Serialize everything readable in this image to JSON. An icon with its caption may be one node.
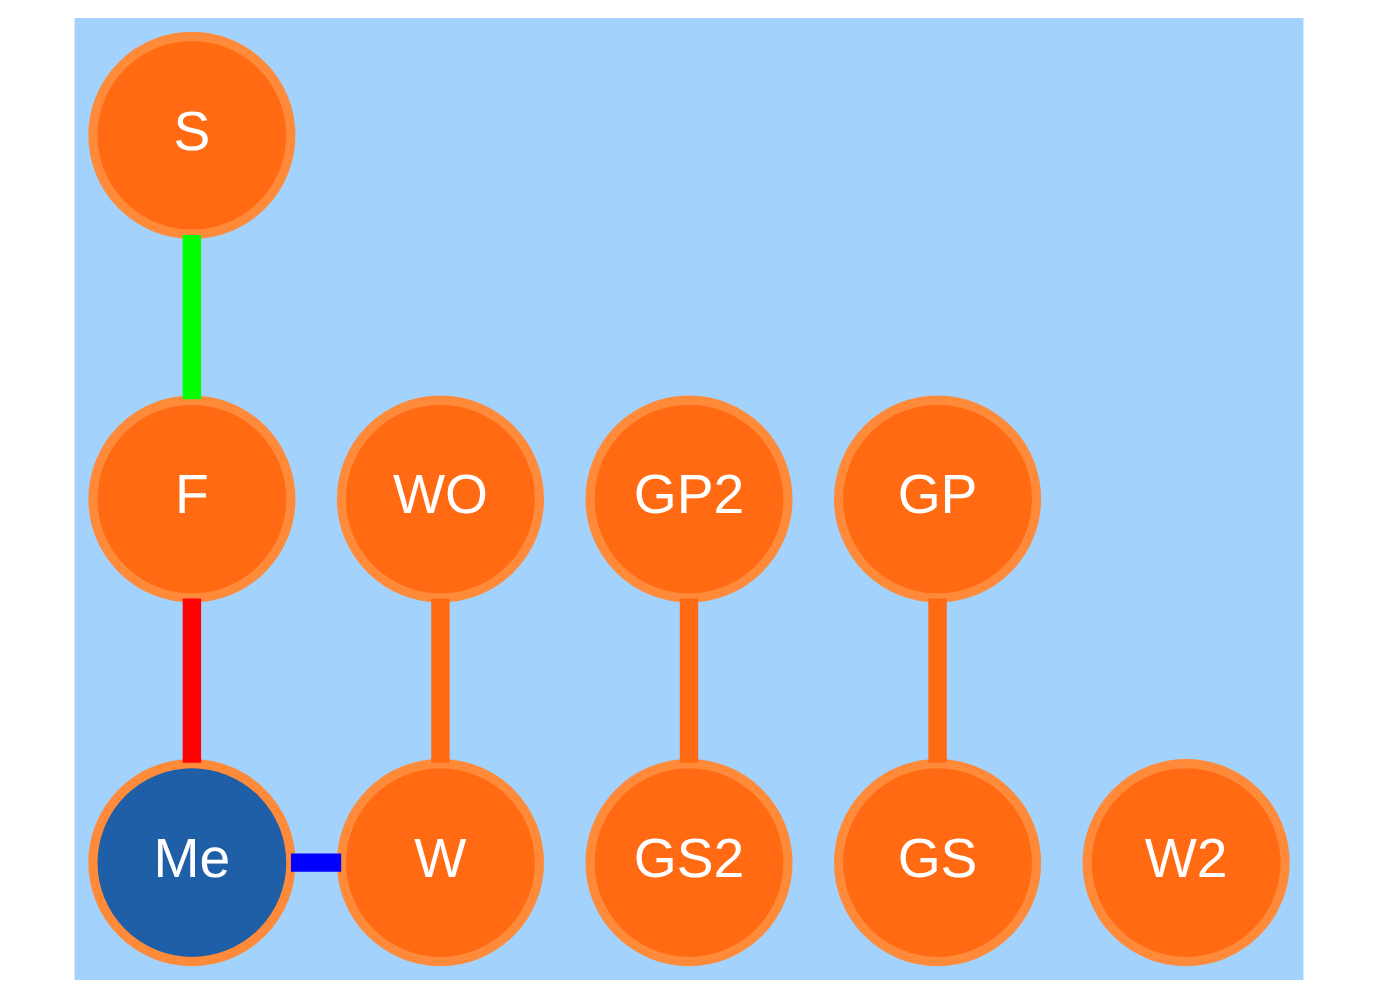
{
  "diagram": {
    "nodes": [
      {
        "text": [
          "S"
        ]
      },
      {
        "text": [
          "GP2"
        ]
      },
      {
        "text": [
          "F"
        ]
      },
      {
        "text": [
          "GP"
        ]
      },
      {
        "text": [
          "WO"
        ]
      },
      {
        "text": [
          "GS2"
        ]
      },
      {
        "text": [
          "Me"
        ]
      },
      {
        "text": [
          "GS"
        ]
      },
      {
        "text": [
          "W2"
        ]
      },
      {
        "text": [
          "W"
        ]
      }
    ],
    "edges": [
      {
        "from": 0,
        "to": 2,
        "arrow": "none",
        "color": "#00ff00"
      },
      {
        "from": 2,
        "to": 6,
        "arrow": "none",
        "color": "#ff0000"
      },
      {
        "from": 1,
        "to": 5,
        "arrow": "none"
      },
      {
        "from": 3,
        "to": 7,
        "arrow": "none"
      },
      {
        "from": 4,
        "to": 9,
        "arrow": "none"
      },
      {
        "from": 6,
        "to": 9,
        "arrow": "none",
        "color": "#0000ff"
      }
    ]
  }
}
